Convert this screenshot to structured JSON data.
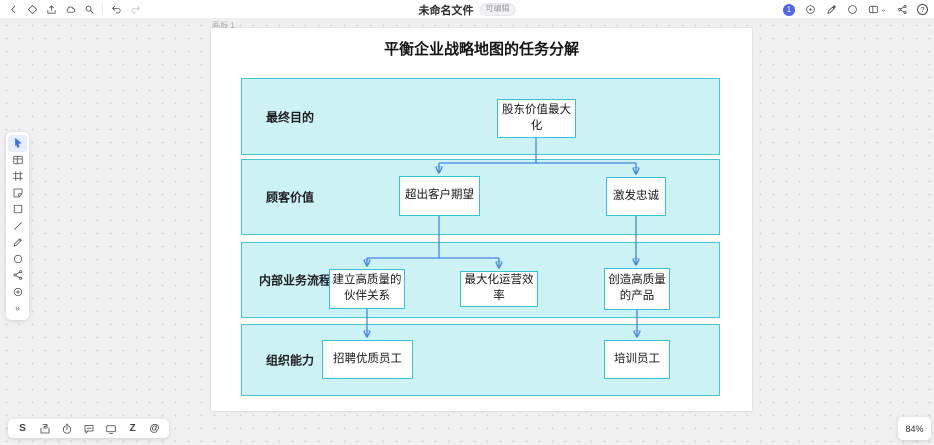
{
  "topbar": {
    "title": "未命名文件",
    "badge": "可编辑",
    "avatar_label": "1",
    "left_icons": [
      "back",
      "tag",
      "export",
      "cloud",
      "search",
      "undo",
      "redo"
    ],
    "right_icons": [
      "history",
      "ai-assistant",
      "comment",
      "layout",
      "share",
      "help"
    ],
    "help_glyph": "?"
  },
  "left_toolbar": {
    "items": [
      "select",
      "table",
      "frame",
      "sticky-note",
      "shape",
      "line",
      "pencil",
      "ellipse",
      "connector",
      "apps",
      "expand"
    ],
    "expand_glyph": "»"
  },
  "bottom_toolbar": {
    "items": [
      "laser-pointer",
      "vote",
      "timer",
      "comment",
      "present",
      "z-tool",
      "mention"
    ],
    "laser_glyph": "S",
    "z_glyph": "Z",
    "mention_glyph": "@"
  },
  "canvas": {
    "artboard_label": "画板 1",
    "zoom_level": "84%"
  },
  "diagram": {
    "title": "平衡企业战略地图的任务分解",
    "bands": [
      {
        "label": "最终目的",
        "boxes": [
          "股东价值最大化"
        ]
      },
      {
        "label": "顾客价值",
        "boxes": [
          "超出客户期望",
          "激发忠诚"
        ]
      },
      {
        "label": "内部业务流程",
        "boxes": [
          "建立高质量的伙伴关系",
          "最大化运营效率",
          "创造高质量的产品"
        ]
      },
      {
        "label": "组织能力",
        "boxes": [
          "招聘优质员工",
          "培训员工"
        ]
      }
    ],
    "edges": [
      {
        "from": "股东价值最大化",
        "to": "超出客户期望"
      },
      {
        "from": "股东价值最大化",
        "to": "激发忠诚"
      },
      {
        "from": "超出客户期望",
        "to": "建立高质量的伙伴关系"
      },
      {
        "from": "超出客户期望",
        "to": "最大化运营效率"
      },
      {
        "from": "激发忠诚",
        "to": "创造高质量的产品"
      },
      {
        "from": "建立高质量的伙伴关系",
        "to": "招聘优质员工"
      },
      {
        "from": "创造高质量的产品",
        "to": "培训员工"
      }
    ]
  },
  "colors": {
    "band_fill": "#cdf2f3",
    "band_border": "#3fc7d3",
    "box_border": "#31c3d6",
    "connector_blue": "#4285e8",
    "accent_blue": "#3b72f5",
    "avatar_blue": "#4f63f2"
  }
}
